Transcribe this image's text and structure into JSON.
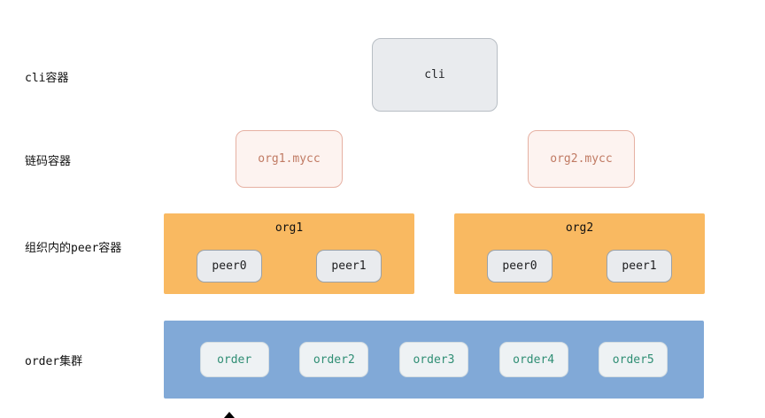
{
  "row_labels": {
    "cli": "cli容器",
    "chaincode": "链码容器",
    "peer": "组织内的peer容器",
    "order": "order集群"
  },
  "cli_box": {
    "label": "cli"
  },
  "chaincode_boxes": [
    {
      "label": "org1.mycc"
    },
    {
      "label": "org2.mycc"
    }
  ],
  "orgs": [
    {
      "name": "org1",
      "peers": [
        {
          "label": "peer0"
        },
        {
          "label": "peer1"
        }
      ]
    },
    {
      "name": "org2",
      "peers": [
        {
          "label": "peer0"
        },
        {
          "label": "peer1"
        }
      ]
    }
  ],
  "order_cluster": {
    "nodes": [
      {
        "label": "order"
      },
      {
        "label": "order2"
      },
      {
        "label": "order3"
      },
      {
        "label": "order4"
      },
      {
        "label": "order5"
      }
    ]
  },
  "colors": {
    "cli_fill": "#e9ebee",
    "cli_border": "#b8bec4",
    "chaincode_fill": "#fdf3f0",
    "chaincode_border": "#e6b1a3",
    "chaincode_text": "#c07a63",
    "org_fill": "#f9b961",
    "peer_fill": "#e9ebee",
    "peer_border": "#9aa1a8",
    "order_fill": "#81a9d7",
    "order_node_fill": "#eef2f4",
    "order_node_border": "#d4dde1",
    "order_node_text": "#2f8e74"
  }
}
